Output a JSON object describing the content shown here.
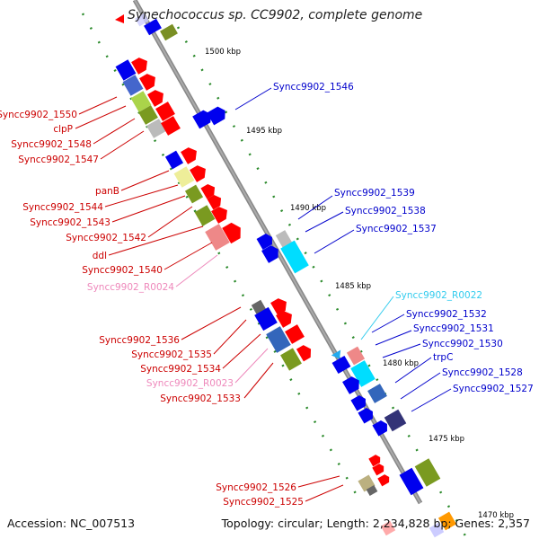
{
  "title": "Synechococcus sp. CC9902, complete genome",
  "accession": "Accession: NC_007513",
  "topology": "Topology: circular; Length: 2,234,828 bp; Genes: 2,357",
  "kbp_labels": [
    "1500 kbp",
    "1495 kbp",
    "1490 kbp",
    "1485 kbp",
    "1480 kbp",
    "1475 kbp",
    "1470 kbp"
  ],
  "left_labels": [
    {
      "text": "Syncc9902_1550",
      "color": "#cc0000"
    },
    {
      "text": "clpP",
      "color": "#cc0000"
    },
    {
      "text": "Syncc9902_1548",
      "color": "#cc0000"
    },
    {
      "text": "Syncc9902_1547",
      "color": "#cc0000"
    },
    {
      "text": "panB",
      "color": "#cc0000"
    },
    {
      "text": "Syncc9902_1544",
      "color": "#cc0000"
    },
    {
      "text": "Syncc9902_1543",
      "color": "#cc0000"
    },
    {
      "text": "Syncc9902_1542",
      "color": "#cc0000"
    },
    {
      "text": "ddl",
      "color": "#cc0000"
    },
    {
      "text": "Syncc9902_1540",
      "color": "#cc0000"
    },
    {
      "text": "Syncc9902_R0024",
      "color": "#ee88bb"
    },
    {
      "text": "Syncc9902_1536",
      "color": "#cc0000"
    },
    {
      "text": "Syncc9902_1535",
      "color": "#cc0000"
    },
    {
      "text": "Syncc9902_1534",
      "color": "#cc0000"
    },
    {
      "text": "Syncc9902_R0023",
      "color": "#ee88bb"
    },
    {
      "text": "Syncc9902_1533",
      "color": "#cc0000"
    },
    {
      "text": "Syncc9902_1526",
      "color": "#cc0000"
    },
    {
      "text": "Syncc9902_1525",
      "color": "#cc0000"
    }
  ],
  "right_labels": [
    {
      "text": "Syncc9902_1546",
      "color": "#0000cc"
    },
    {
      "text": "Syncc9902_1539",
      "color": "#0000cc"
    },
    {
      "text": "Syncc9902_1538",
      "color": "#0000cc"
    },
    {
      "text": "Syncc9902_1537",
      "color": "#0000cc"
    },
    {
      "text": "Syncc9902_R0022",
      "color": "#33ccee"
    },
    {
      "text": "Syncc9902_1532",
      "color": "#0000cc"
    },
    {
      "text": "Syncc9902_1531",
      "color": "#0000cc"
    },
    {
      "text": "Syncc9902_1530",
      "color": "#0000cc"
    },
    {
      "text": "trpC",
      "color": "#0000cc"
    },
    {
      "text": "Syncc9902_1528",
      "color": "#0000cc"
    },
    {
      "text": "Syncc9902_1527",
      "color": "#0000cc"
    }
  ],
  "colors": {
    "backbone": "#888888",
    "tick_green": "#228822",
    "forward_gene": "#ff0000",
    "reverse_gene": "#0000ee"
  }
}
